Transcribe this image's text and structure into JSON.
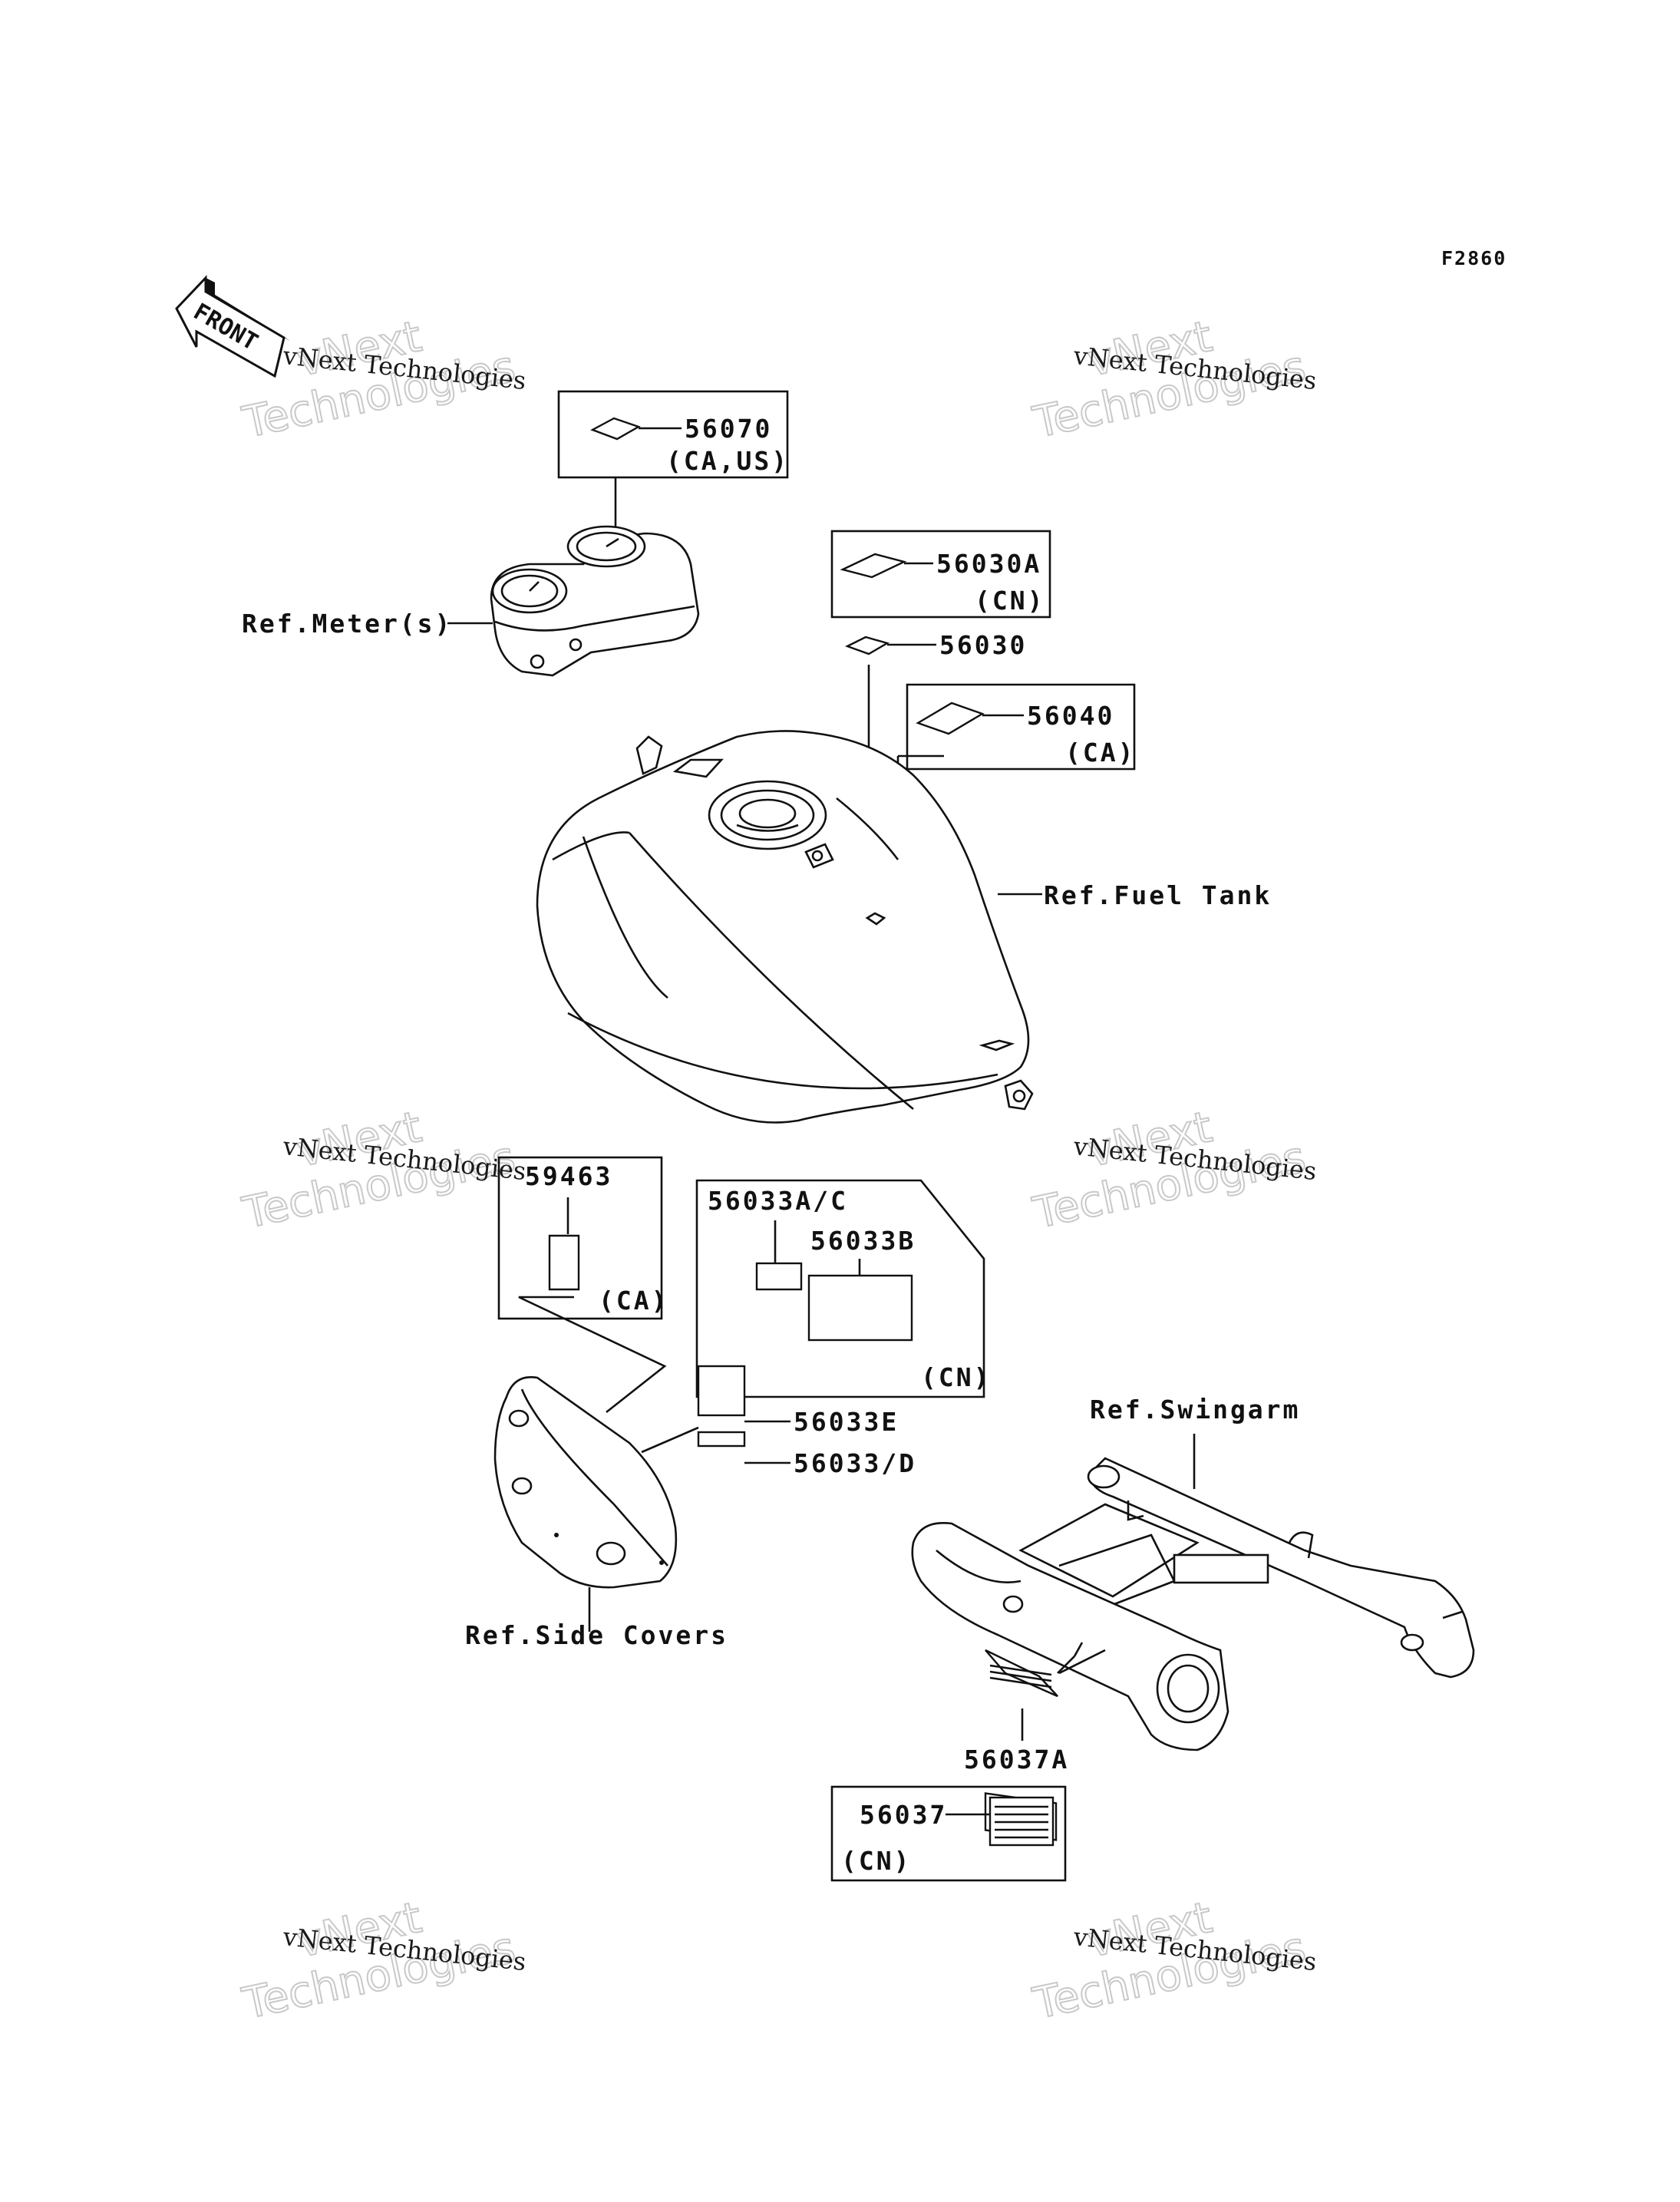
{
  "diagram": {
    "code": "F2860",
    "front_label": "FRONT",
    "watermark": {
      "small": "vNext Technologies",
      "large_line1": "vNext",
      "large_line2": "Technologies"
    },
    "labels": {
      "p56070": "56070",
      "p56070_region": "(CA,US)",
      "ref_meters": "Ref.Meter(s)",
      "p56030a": "56030A",
      "p56030a_region": "(CN)",
      "p56030": "56030",
      "p56040": "56040",
      "p56040_region": "(CA)",
      "ref_fuel_tank": "Ref.Fuel Tank",
      "p59463": "59463",
      "p59463_region": "(CA)",
      "p56033ac": "56033A/C",
      "p56033b": "56033B",
      "p56033_cn": "(CN)",
      "p56033e": "56033E",
      "p56033d": "56033/D",
      "ref_side_covers": "Ref.Side Covers",
      "ref_swingarm": "Ref.Swingarm",
      "p56037a": "56037A",
      "p56037": "56037",
      "p56037_region": "(CN)"
    }
  }
}
